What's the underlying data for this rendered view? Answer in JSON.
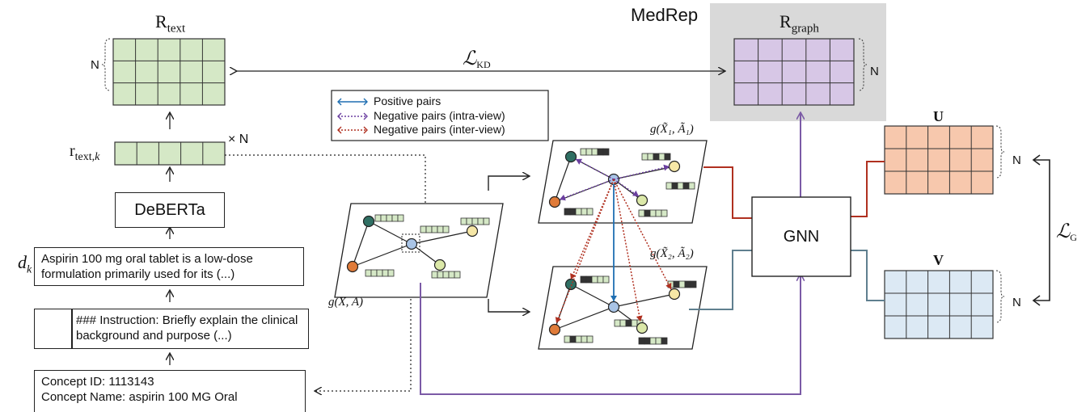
{
  "title": "MedRep",
  "left": {
    "r_text_label": "R",
    "r_text_sub": "text",
    "n_label": "N",
    "r_text_k_label": "r",
    "r_text_k_sub": "text,",
    "r_text_k_k": "k",
    "times_n": "× N",
    "deberta": "DeBERTa",
    "d_k_label": "d",
    "d_k_sub": "k",
    "description": "Aspirin 100 mg oral tablet is a low-dose formulation primarily used for its (...)",
    "instruction": "### Instruction: Briefly explain the clinical background and purpose (...)",
    "concept_id": "Concept ID: 1113143",
    "concept_name": "Concept Name: aspirin 100 MG Oral"
  },
  "loss_kd": {
    "symbol": "ℒ",
    "sub": "KD"
  },
  "loss_g": {
    "symbol": "ℒ",
    "sub": "G"
  },
  "legend": [
    {
      "label": "Positive pairs",
      "color": "#1f6fb2",
      "style": "solid"
    },
    {
      "label": "Negative pairs (intra-view)",
      "color": "#6b3fa0",
      "style": "dotted"
    },
    {
      "label": "Negative pairs (inter-view)",
      "color": "#b03020",
      "style": "dotted"
    }
  ],
  "graphs": {
    "original": "g(X, A)",
    "view1": "g(X̃₁, Ã₁)",
    "view2": "g(X̃₂, Ã₂)"
  },
  "gnn": "GNN",
  "right": {
    "r_graph_label": "R",
    "r_graph_sub": "graph",
    "u_label": "U",
    "v_label": "V",
    "n_label": "N"
  },
  "colors": {
    "text_matrix": "#d5e8c6",
    "graph_matrix": "#d7c7e6",
    "u_matrix": "#f7c8ad",
    "v_matrix": "#dce9f4",
    "medrep_bg": "#d9d9d9",
    "purple": "#7b5aa6",
    "red": "#b03020",
    "slate": "#5f7f8f"
  }
}
